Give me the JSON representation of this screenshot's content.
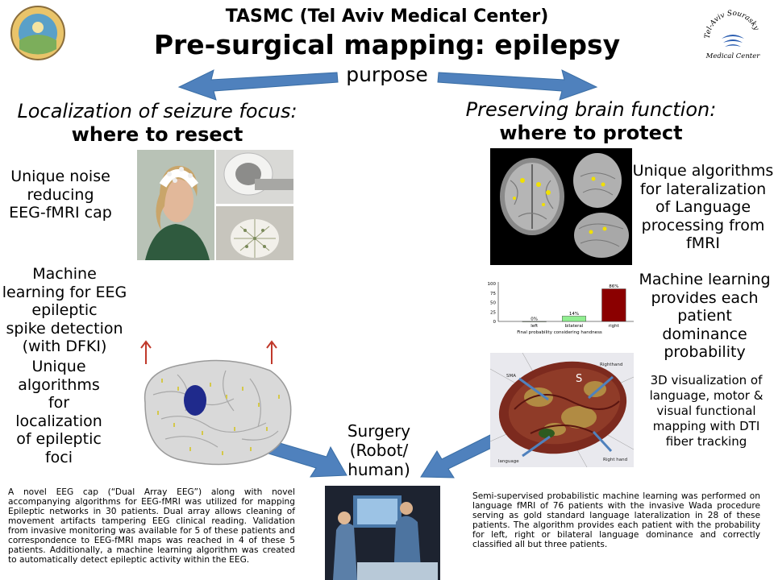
{
  "header": {
    "org": "TASMC (Tel Aviv Medical Center)",
    "title": "Pre-surgical mapping: epilepsy",
    "purpose": "purpose"
  },
  "logo_right": {
    "arc_text": "Tel-Aviv Sourasky",
    "bottom_text": "Medical Center"
  },
  "left": {
    "heading_italic": "Localization of seizure focus:",
    "heading_bold": "where to resect",
    "cap_lines": [
      "Unique noise",
      "reducing",
      "EEG-fMRI cap"
    ],
    "ml_lines": [
      "Machine",
      "learning for EEG",
      "epileptic",
      "spike detection",
      "(with DFKI)"
    ],
    "algo_lines": [
      "Unique",
      "algorithms",
      "for",
      "localization",
      "of epileptic",
      "foci"
    ],
    "paragraph": "A novel  EEG cap (“Dual Array EEG”) along with novel accompanying algorithms for EEG-fMRI was utilized for mapping Epileptic networks in 30 patients. Dual array allows cleaning of movement artifacts tampering EEG clinical reading. Validation from invasive monitoring was available for 5 of these patients and correspondence to EEG-fMRI maps was reached in 4 of these 5 patients. Additionally, a machine learning algorithm was created to automatically detect epileptic activity within the EEG."
  },
  "right": {
    "heading_italic": "Preserving brain function:",
    "heading_bold": "where to protect",
    "lat_lines": [
      "Unique algorithms",
      "for lateralization",
      "of Language",
      "processing from",
      "fMRI"
    ],
    "ml_lines": [
      "Machine learning",
      "provides each",
      "patient",
      "dominance",
      "probability"
    ],
    "viz_lines": [
      "3D visualization of",
      "language, motor &",
      "visual functional",
      "mapping with DTI",
      "fiber tracking"
    ],
    "paragraph": "Semi-supervised probabilistic machine learning was performed on language fMRI of 76 patients with the invasive Wada procedure serving as gold standard language lateralization in 28 of these patients. The algorithm provides each patient with the probability for left, right or bilateral language dominance and correctly classified all but three patients."
  },
  "surgery": {
    "lines": [
      "Surgery",
      "(Robot/",
      "human)"
    ]
  },
  "brain3d_labels": {
    "s": "S",
    "sma": "SMA",
    "righthand": "Righthand",
    "language": "language",
    "righthand2": "Right hand"
  },
  "chart_data": {
    "type": "bar",
    "categories": [
      "left",
      "bilateral",
      "right"
    ],
    "values": [
      0,
      14,
      86
    ],
    "value_labels": [
      "0%",
      "14%",
      "86%"
    ],
    "xlabel": "Final probability considering handness",
    "ylim": [
      0,
      100
    ],
    "yticks": [
      "100",
      "75",
      "50",
      "25",
      "0"
    ],
    "colors": [
      "#6ab04c",
      "#90ee90",
      "#8b0000"
    ]
  },
  "colors": {
    "arrow_blue": "#4f81bd",
    "up_arrow_red": "#c0392b"
  }
}
